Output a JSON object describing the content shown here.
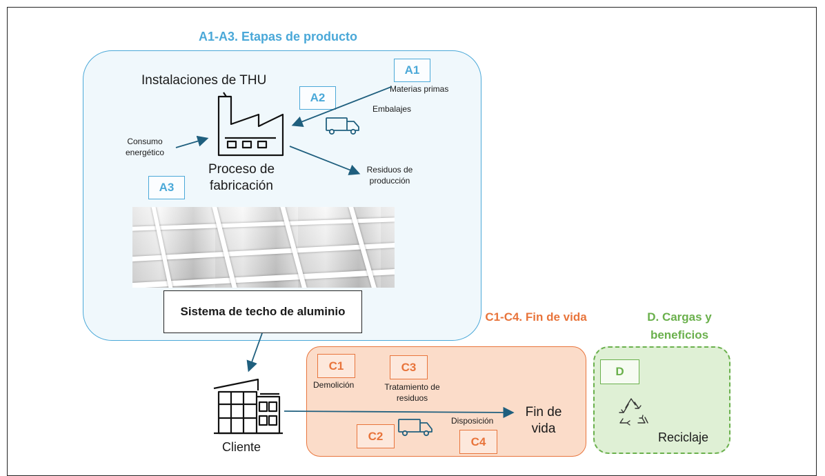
{
  "stages": {
    "a": {
      "title": "A1-A3. Etapas de producto",
      "labels": {
        "a1": "A1",
        "a2": "A2",
        "a3": "A3"
      },
      "facility": "Instalaciones de THU",
      "materials": "Materias primas",
      "packaging": "Embalajes",
      "energy": [
        "Consumo",
        "energético"
      ],
      "process": [
        "Proceso de",
        "fabricación"
      ],
      "waste": [
        "Residuos de",
        "producción"
      ],
      "product": "Sistema de techo de aluminio"
    },
    "customer": "Cliente",
    "c": {
      "title": "C1-C4. Fin de vida",
      "labels": {
        "c1": "C1",
        "c2": "C2",
        "c3": "C3",
        "c4": "C4"
      },
      "demolition": "Demolición",
      "treatment": [
        "Tratamiento de",
        "residuos"
      ],
      "disposal": "Disposición",
      "end_of_life": [
        "Fin de",
        "vida"
      ]
    },
    "d": {
      "title": "D. Cargas y beneficios",
      "label": "D",
      "recycling": "Reciclaje"
    }
  },
  "colors": {
    "a_accent": "#4aa8d8",
    "c_accent": "#e8743b",
    "d_accent": "#6ab04c",
    "arrow": "#1f5f7e"
  },
  "icons": [
    "factory-icon",
    "truck-icon",
    "building-icon",
    "recycle-icon"
  ]
}
